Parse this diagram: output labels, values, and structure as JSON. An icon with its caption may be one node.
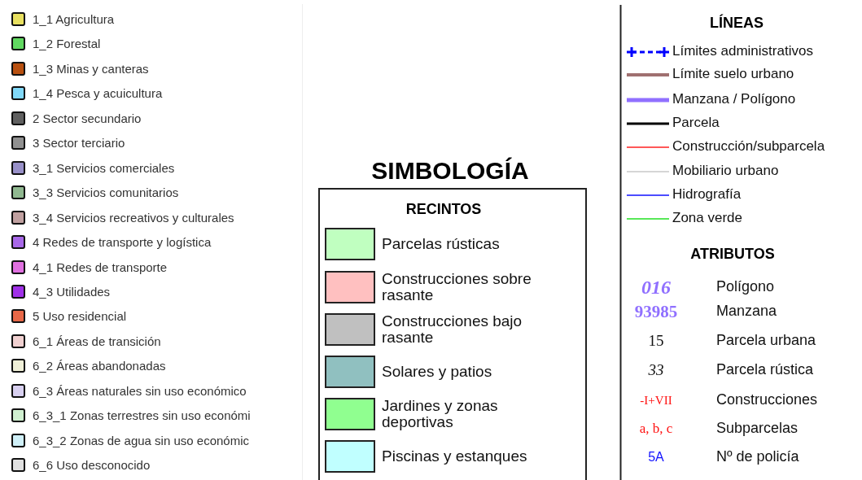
{
  "diagram": {
    "title": "SIMBOLOGÍA",
    "nodes": [
      {
        "text": [
          "RECINTOS"
        ]
      }
    ],
    "labels": [
      "LÍNEAS",
      "ATRIBUTOS",
      "016",
      "Polígono",
      "93985",
      "Manzana",
      "15",
      "Parcela urbana",
      "33",
      "Parcela rústica",
      "-I+VII",
      "Construcciones",
      "a, b, c",
      "Subparcelas",
      "5A",
      "Nº de policía"
    ],
    "legend": [
      {
        "text": "1_1 Agricultura",
        "color": "#e8e060"
      },
      {
        "text": "1_2 Forestal",
        "color": "#60d860"
      },
      {
        "text": "1_3 Minas y canteras",
        "color": "#b85010"
      },
      {
        "text": "1_4 Pesca y acuicultura",
        "color": "#80d8f8"
      },
      {
        "text": "2 Sector secundario",
        "color": "#606060"
      },
      {
        "text": "3 Sector terciario",
        "color": "#909090"
      },
      {
        "text": "3_1 Servicios comerciales",
        "color": "#9890c8"
      },
      {
        "text": "3_3 Servicios comunitarios",
        "color": "#90b890"
      },
      {
        "text": "3_4 Servicios recreativos y culturales",
        "color": "#c0a0a0"
      },
      {
        "text": "4 Redes de transporte y logística",
        "color": "#a868e8"
      },
      {
        "text": "4_1 Redes de transporte",
        "color": "#e070e0"
      },
      {
        "text": "4_3 Utilidades",
        "color": "#a030e8"
      },
      {
        "text": "5 Uso residencial",
        "color": "#e86848"
      },
      {
        "text": "6_1 Áreas de transición",
        "color": "#f0d0d0"
      },
      {
        "text": "6_2 Áreas abandonadas",
        "color": "#f0f0d8"
      },
      {
        "text": "6_3 Áreas naturales sin uso económico",
        "color": "#d8d0f0"
      },
      {
        "text": "6_3_1 Zonas terrestres sin uso económi",
        "color": "#d0f0d0"
      },
      {
        "text": "6_3_2 Zonas de agua sin uso económic",
        "color": "#d0f0f8"
      },
      {
        "text": "6_6 Uso desconocido",
        "color": "#e0e0e0"
      },
      {
        "text": "Parcelas rústicas",
        "color": "#c0ffc0"
      },
      {
        "text": "Construcciones sobre rasante",
        "color": "#ffc0c0"
      },
      {
        "text": "Construcciones bajo rasante",
        "color": "#c0c0c0"
      },
      {
        "text": "Solares y patios",
        "color": "#90c0c0"
      },
      {
        "text": "Jardines y zonas deportivas",
        "color": "#90ff90"
      },
      {
        "text": "Piscinas y estanques",
        "color": "#c0ffff"
      },
      {
        "text": "Límites administrativos"
      },
      {
        "text": "Límite suelo urbano"
      },
      {
        "text": "Manzana / Polígono"
      },
      {
        "text": "Parcela"
      },
      {
        "text": "Construcción/subparcela"
      },
      {
        "text": "Mobiliario urbano"
      },
      {
        "text": "Hidrografía"
      },
      {
        "text": "Zona verde"
      }
    ]
  }
}
